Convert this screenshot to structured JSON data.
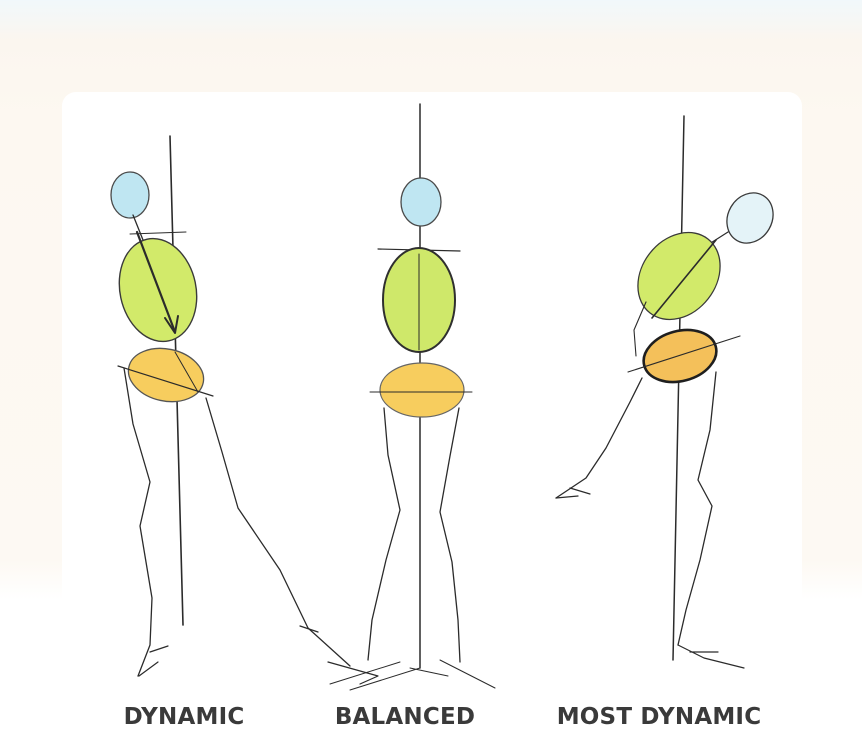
{
  "figures": [
    {
      "caption": "DYNAMIC"
    },
    {
      "caption": "BALANCED"
    },
    {
      "caption": "MOST DYNAMIC"
    }
  ],
  "colors": {
    "head": "#bfe6f2",
    "torso": "#d2ea6a",
    "pelvis": "#f7cd5e",
    "stroke": "#2b2b2b"
  }
}
